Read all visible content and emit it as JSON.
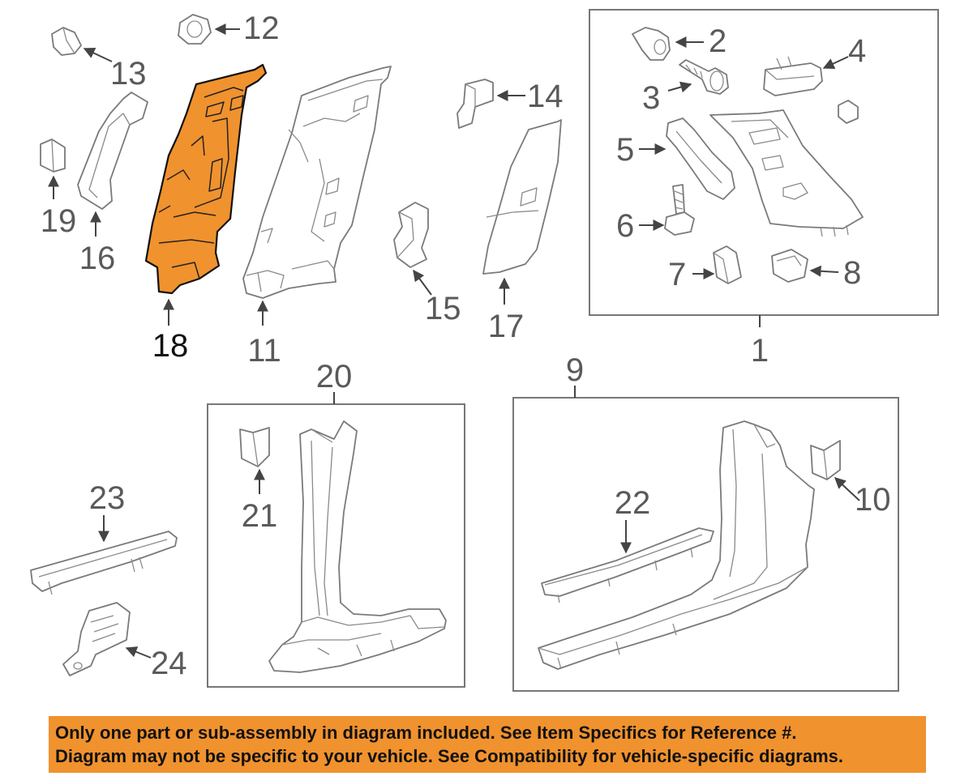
{
  "diagram": {
    "highlight_color": "#F0922E",
    "callouts": {
      "c1": "1",
      "c2": "2",
      "c3": "3",
      "c4": "4",
      "c5": "5",
      "c6": "6",
      "c7": "7",
      "c8": "8",
      "c9": "9",
      "c10": "10",
      "c11": "11",
      "c12": "12",
      "c13": "13",
      "c14": "14",
      "c15": "15",
      "c16": "16",
      "c17": "17",
      "c18": "18",
      "c19": "19",
      "c20": "20",
      "c21": "21",
      "c22": "22",
      "c23": "23",
      "c24": "24"
    },
    "highlighted_part": "18"
  },
  "banner": {
    "background": "#F0922E",
    "line1": "Only one part or sub-assembly in diagram included. See Item Specifics for Reference #.",
    "line2": "Diagram may not be specific to your vehicle. See Compatibility for vehicle-specific diagrams."
  }
}
